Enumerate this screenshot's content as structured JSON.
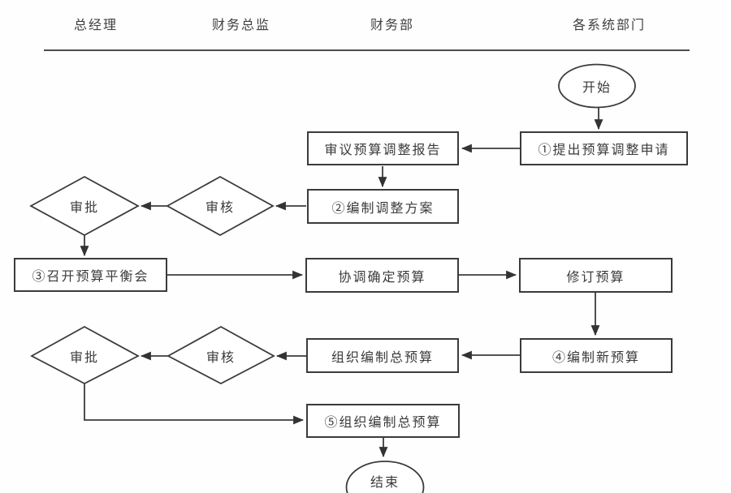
{
  "lanes": [
    "总经理",
    "财务总监",
    "财务部",
    "各系统部门"
  ],
  "nodes": {
    "start": "开始",
    "step1": "①提出预算调整申请",
    "review_report": "审议预算调整报告",
    "step2": "②编制调整方案",
    "check1": "审核",
    "approve1": "审批",
    "step3": "③召开预算平衡会",
    "coordinate_budget": "协调确定预算",
    "revise_budget": "修订预算",
    "organize_total_budget": "组织编制总预算",
    "step4": "④编制新预算",
    "check2": "审核",
    "approve2": "审批",
    "step5": "⑤组织编制总预算",
    "end": "结束"
  },
  "edges": [
    {
      "from": "start",
      "to": "step1"
    },
    {
      "from": "step1",
      "to": "review_report"
    },
    {
      "from": "review_report",
      "to": "step2"
    },
    {
      "from": "step2",
      "to": "check1"
    },
    {
      "from": "check1",
      "to": "approve1"
    },
    {
      "from": "approve1",
      "to": "step3"
    },
    {
      "from": "step3",
      "to": "coordinate_budget"
    },
    {
      "from": "coordinate_budget",
      "to": "revise_budget"
    },
    {
      "from": "revise_budget",
      "to": "step4"
    },
    {
      "from": "step4",
      "to": "organize_total_budget"
    },
    {
      "from": "organize_total_budget",
      "to": "check2"
    },
    {
      "from": "check2",
      "to": "approve2"
    },
    {
      "from": "approve2",
      "to": "step5"
    },
    {
      "from": "step5",
      "to": "end"
    }
  ],
  "colors": {
    "stroke": "#3b3b3b",
    "text": "#3a3a3a",
    "background": "#fefefe"
  }
}
